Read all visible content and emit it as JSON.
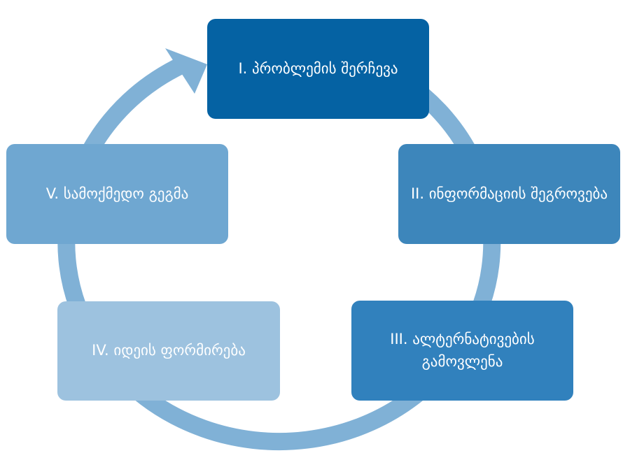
{
  "diagram": {
    "ring_color": "#80b1d6",
    "steps": [
      {
        "label": "I. პრობლემის შერჩევა",
        "color": "#0562a3"
      },
      {
        "label": "II. ინფორმაციის შეგროვება",
        "color": "#3d86bb"
      },
      {
        "label": "III. ალტერნატივების გამოვლენა",
        "color": "#3181bd"
      },
      {
        "label": "IV. იდეის ფორმირება",
        "color": "#9dc2df"
      },
      {
        "label": "V. სამოქმედო გეგმა",
        "color": "#6fa7d1"
      }
    ]
  }
}
